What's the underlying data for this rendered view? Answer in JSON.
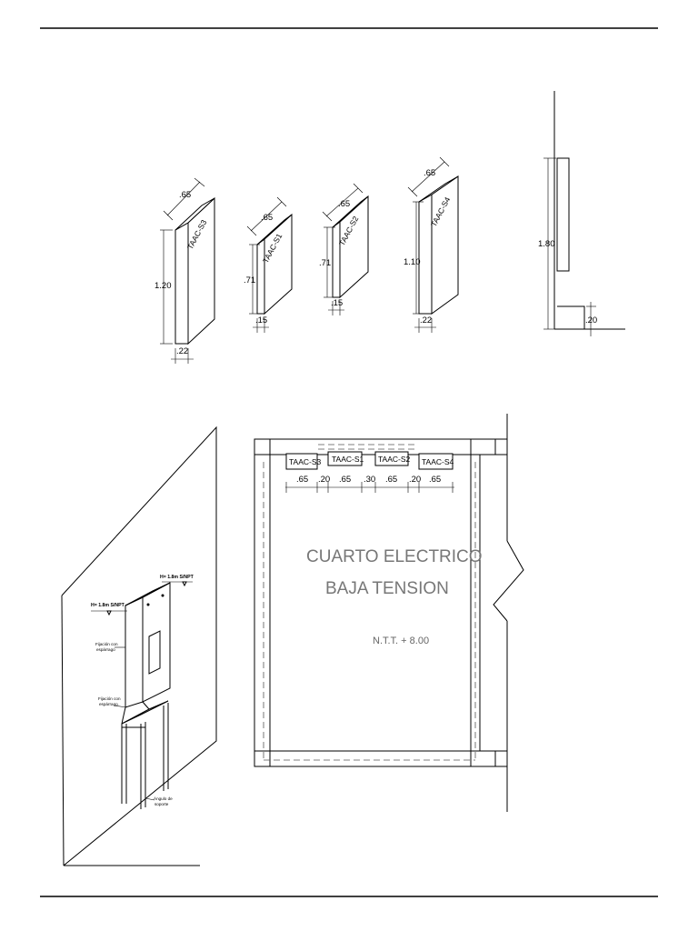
{
  "cabinets": [
    {
      "label": "TAAC-S3",
      "width": ".65",
      "height": "1.20",
      "depth": ".22"
    },
    {
      "label": "TAAC-S1",
      "width": ".65",
      "height": ".71",
      "depth": ".15"
    },
    {
      "label": "TAAC-S2",
      "width": ".65",
      "height": ".71",
      "depth": ".15"
    },
    {
      "label": "TAAC-S4",
      "width": ".65",
      "height": "1.10",
      "depth": ".22"
    }
  ],
  "elevation": {
    "height": "1.80",
    "base": ".20"
  },
  "isometric": {
    "level_top": "H= 1.8m S/NPT",
    "level_left": "H= 1.8m S/NPT",
    "note_fix_1_line1": "Fijación con",
    "note_fix_1_line2": "espárrago",
    "note_fix_2_line1": "Fijación con",
    "note_fix_2_line2": "espárrago",
    "note_angle_line1": "Ángulo de",
    "note_angle_line2": "soporte"
  },
  "plan": {
    "title_line1": "CUARTO ELECTRICO",
    "title_line2": "BAJA TENSION",
    "level": "N.T.T. + 8.00",
    "panels": [
      "TAAC-S3",
      "TAAC-S1",
      "TAAC-S2",
      "TAAC-S4"
    ],
    "spacing": [
      ".65",
      ".20",
      ".65",
      ".30",
      ".65",
      ".20",
      ".65"
    ]
  }
}
